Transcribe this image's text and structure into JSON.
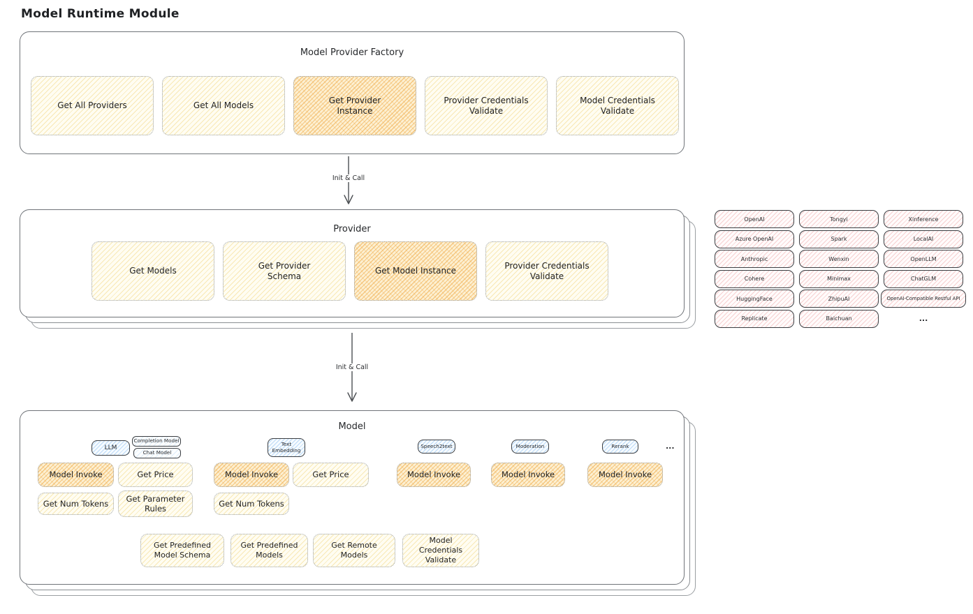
{
  "title": "Model Runtime Module",
  "factory": {
    "title": "Model Provider Factory",
    "boxes": [
      "Get All Providers",
      "Get All Models",
      "Get Provider Instance",
      "Provider Credentials Validate",
      "Model Credentials Validate"
    ]
  },
  "arrows": {
    "init_call_1": "Init & Call",
    "init_call_2": "Init & Call"
  },
  "provider": {
    "title": "Provider",
    "boxes": [
      "Get Models",
      "Get Provider Schema",
      "Get Model Instance",
      "Provider Credentials Validate"
    ]
  },
  "providers": [
    "OpenAI",
    "Tongyi",
    "Xinference",
    "Azure OpenAI",
    "Spark",
    "LocalAI",
    "Anthropic",
    "Wenxin",
    "OpenLLM",
    "Cohere",
    "Minimax",
    "ChatGLM",
    "HuggingFace",
    "ZhipuAI",
    "OpenAI-Compatible Restful API",
    "Replicate",
    "Baichuan",
    "..."
  ],
  "model": {
    "title": "Model",
    "tabs": {
      "llm": "LLM",
      "completion_model": "Completion Model",
      "chat_model": "Chat Model",
      "text_embedding": "Text Embedding",
      "speech2text": "Speech2text",
      "moderation": "Moderation",
      "rerank": "Rerank",
      "more": "..."
    },
    "llm": {
      "invoke": "Model Invoke",
      "price": "Get Price",
      "num_tokens": "Get Num Tokens",
      "param_rules": "Get Parameter Rules"
    },
    "text_embedding": {
      "invoke": "Model Invoke",
      "price": "Get Price",
      "num_tokens": "Get Num Tokens"
    },
    "speech2text": {
      "invoke": "Model Invoke"
    },
    "moderation": {
      "invoke": "Model Invoke"
    },
    "rerank": {
      "invoke": "Model Invoke"
    },
    "shared": [
      "Get Predefined Model Schema",
      "Get Predefined Models",
      "Get Remote Models",
      "Model Credentials Validate"
    ]
  },
  "colors": {
    "highlight_orange": "#eea63e",
    "soft_yellow": "#f0d278",
    "provider_pink": "#eea6a6",
    "tab_blue": "#8cbef0",
    "stroke_dark": "#3b3e42",
    "stroke_gray": "#6f7378"
  }
}
